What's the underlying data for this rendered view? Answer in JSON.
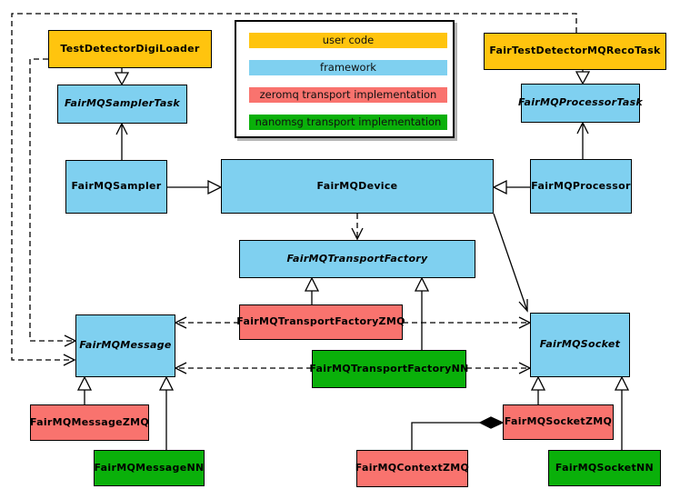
{
  "diagram": {
    "kind": "uml-class-diagram",
    "nodes": {
      "test_detector_digi_loader": "TestDetectorDigiLoader",
      "fair_test_detector_mq_reco_task": "FairTestDetectorMQRecoTask",
      "fair_mq_sampler_task": "FairMQSamplerTask",
      "fair_mq_processor_task": "FairMQProcessorTask",
      "fair_mq_sampler": "FairMQSampler",
      "fair_mq_device": "FairMQDevice",
      "fair_mq_processor": "FairMQProcessor",
      "fair_mq_transport_factory": "FairMQTransportFactory",
      "fair_mq_transport_factory_zmq": "FairMQTransportFactoryZMQ",
      "fair_mq_transport_factory_nn": "FairMQTransportFactoryNN",
      "fair_mq_message": "FairMQMessage",
      "fair_mq_socket": "FairMQSocket",
      "fair_mq_message_zmq": "FairMQMessageZMQ",
      "fair_mq_message_nn": "FairMQMessageNN",
      "fair_mq_socket_zmq": "FairMQSocketZMQ",
      "fair_mq_socket_nn": "FairMQSocketNN",
      "fair_mq_context_zmq": "FairMQContextZMQ"
    },
    "edges": [
      {
        "from": "TestDetectorDigiLoader",
        "to": "FairMQSamplerTask",
        "type": "inheritance"
      },
      {
        "from": "FairTestDetectorMQRecoTask",
        "to": "FairMQProcessorTask",
        "type": "inheritance"
      },
      {
        "from": "FairMQSampler",
        "to": "FairMQDevice",
        "type": "inheritance"
      },
      {
        "from": "FairMQProcessor",
        "to": "FairMQDevice",
        "type": "inheritance"
      },
      {
        "from": "FairMQSampler",
        "to": "FairMQSamplerTask",
        "type": "association"
      },
      {
        "from": "FairMQProcessor",
        "to": "FairMQProcessorTask",
        "type": "association"
      },
      {
        "from": "FairMQDevice",
        "to": "FairMQTransportFactory",
        "type": "dependency"
      },
      {
        "from": "FairMQDevice",
        "to": "FairMQSocket",
        "type": "association"
      },
      {
        "from": "TestDetectorDigiLoader",
        "to": "FairMQMessage",
        "type": "dependency"
      },
      {
        "from": "FairTestDetectorMQRecoTask",
        "to": "FairMQMessage",
        "type": "dependency"
      },
      {
        "from": "FairMQTransportFactoryZMQ",
        "to": "FairMQTransportFactory",
        "type": "inheritance"
      },
      {
        "from": "FairMQTransportFactoryNN",
        "to": "FairMQTransportFactory",
        "type": "inheritance"
      },
      {
        "from": "FairMQTransportFactoryZMQ",
        "to": "FairMQMessage",
        "type": "dependency"
      },
      {
        "from": "FairMQTransportFactoryZMQ",
        "to": "FairMQSocket",
        "type": "dependency"
      },
      {
        "from": "FairMQTransportFactoryNN",
        "to": "FairMQMessage",
        "type": "dependency"
      },
      {
        "from": "FairMQTransportFactoryNN",
        "to": "FairMQSocket",
        "type": "dependency"
      },
      {
        "from": "FairMQMessageZMQ",
        "to": "FairMQMessage",
        "type": "inheritance"
      },
      {
        "from": "FairMQMessageNN",
        "to": "FairMQMessage",
        "type": "inheritance"
      },
      {
        "from": "FairMQSocketZMQ",
        "to": "FairMQSocket",
        "type": "inheritance"
      },
      {
        "from": "FairMQSocketNN",
        "to": "FairMQSocket",
        "type": "inheritance"
      },
      {
        "from": "FairMQContextZMQ",
        "to": "FairMQSocketZMQ",
        "type": "composition"
      }
    ]
  },
  "legend": {
    "items": [
      {
        "label": "user code",
        "color": "#FFC40E"
      },
      {
        "label": "framework",
        "color": "#7FD0F0"
      },
      {
        "label": "zeromq transport implementation",
        "color": "#F9736E"
      },
      {
        "label": "nanomsg transport implementation",
        "color": "#0AB00A"
      }
    ]
  },
  "colors": {
    "user_code": "#FFC40E",
    "framework": "#7FD0F0",
    "zeromq": "#F9736E",
    "nanomsg": "#0AB00A",
    "line": "#000000",
    "background": "#FFFFFF"
  }
}
